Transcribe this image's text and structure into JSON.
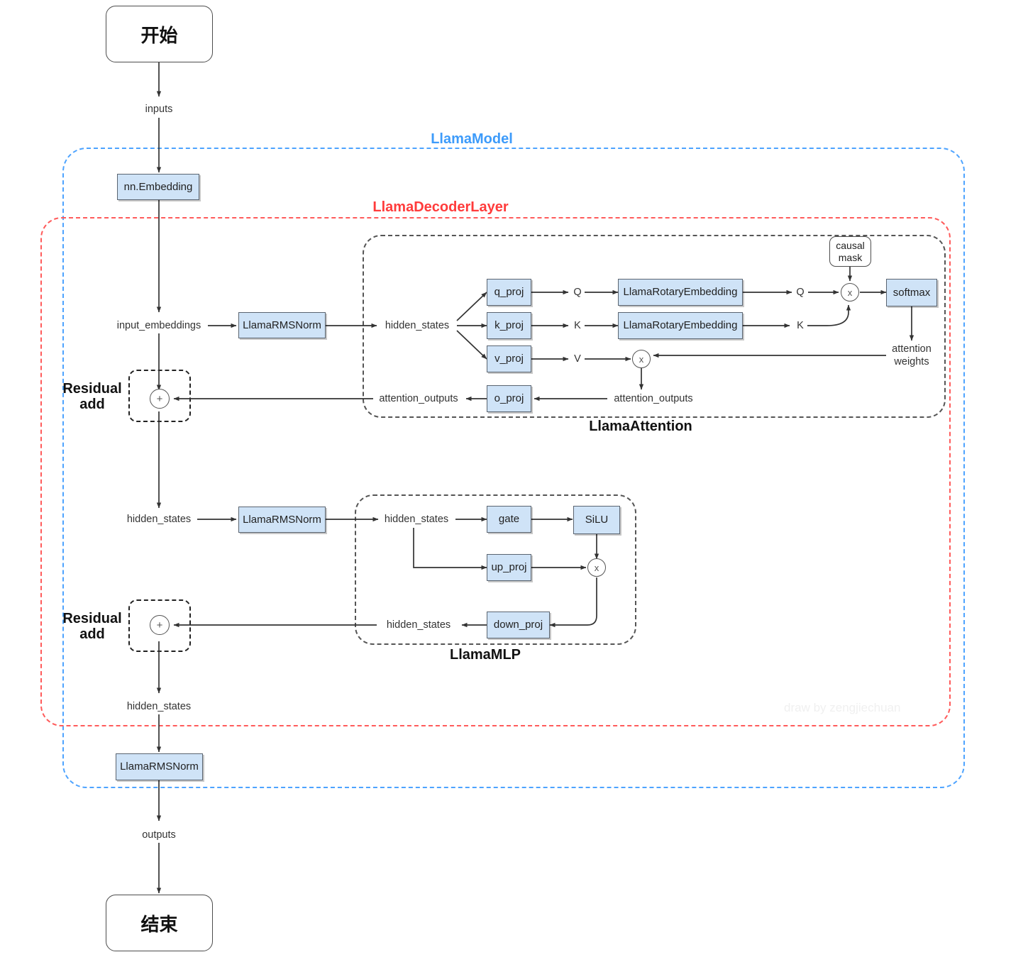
{
  "diagram": {
    "title_watermark": "draw by zengjiechuan",
    "colors": {
      "box_fill": "#cfe3f7",
      "box_stroke": "#5a6470",
      "model_group": "#3d9bfa",
      "decoder_group": "#ff3b3b",
      "inner_group": "#555555",
      "arrow": "#333333"
    },
    "groups": {
      "model": "LlamaModel",
      "decoder": "LlamaDecoderLayer",
      "attention": "LlamaAttention",
      "mlp": "LlamaMLP",
      "residual_add_1": "Residual\nadd",
      "residual_add_2": "Residual\nadd"
    },
    "terminals": {
      "start": "开始",
      "end": "结束"
    },
    "nodes": {
      "embedding": "nn.Embedding",
      "rmsnorm_attn": "LlamaRMSNorm",
      "rmsnorm_mlp": "LlamaRMSNorm",
      "rmsnorm_final": "LlamaRMSNorm",
      "q_proj": "q_proj",
      "k_proj": "k_proj",
      "v_proj": "v_proj",
      "o_proj": "o_proj",
      "rotary_q": "LlamaRotaryEmbedding",
      "rotary_k": "LlamaRotaryEmbedding",
      "softmax": "softmax",
      "causal_mask": "causal\nmask",
      "causal_mask_l1": "causal",
      "causal_mask_l2": "mask",
      "gate": "gate",
      "silu": "SiLU",
      "up_proj": "up_proj",
      "down_proj": "down_proj"
    },
    "operators": {
      "qk_matmul": "x",
      "av_matmul": "x",
      "mlp_mul": "x",
      "residual_plus_1": "+",
      "residual_plus_2": "+"
    },
    "edge_labels": {
      "inputs": "inputs",
      "input_embeddings": "input_embeddings",
      "hidden_states_attn_in": "hidden_states",
      "hidden_states_mid": "hidden_states",
      "hidden_states_mlp_in": "hidden_states",
      "hidden_states_mlp_out": "hidden_states",
      "hidden_states_out": "hidden_states",
      "q": "Q",
      "k": "K",
      "v": "V",
      "q_rot": "Q",
      "k_rot": "K",
      "attention_weights_l1": "attention",
      "attention_weights_l2": "weights",
      "attention_outputs_inner": "attention_outputs",
      "attention_outputs_outer": "attention_outputs",
      "outputs": "outputs"
    }
  }
}
